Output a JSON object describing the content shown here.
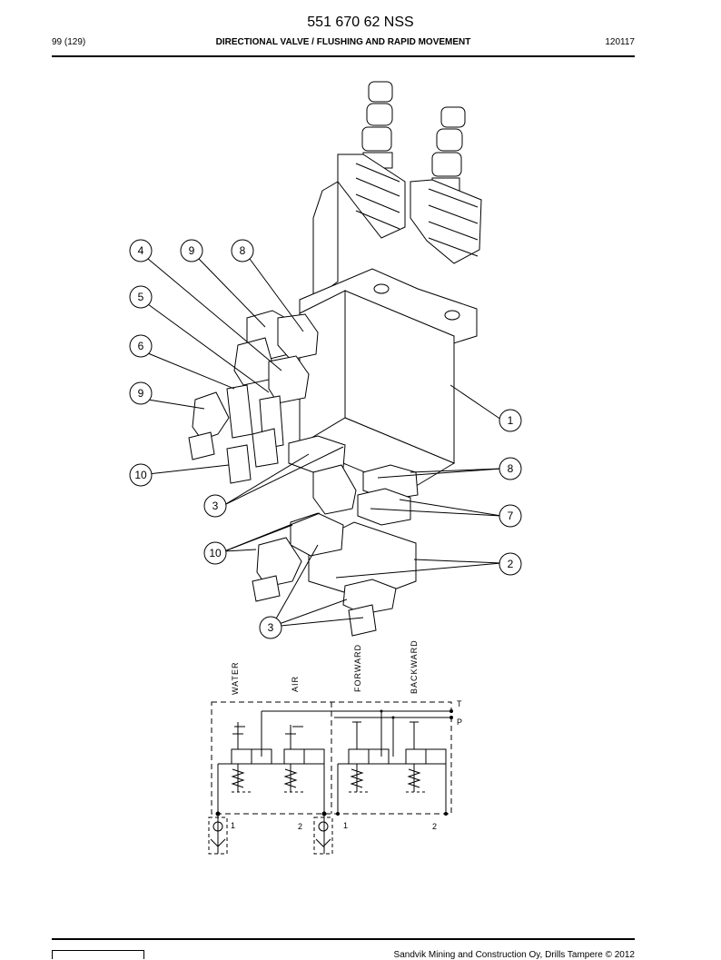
{
  "header": {
    "doc_number": "551 670 62 NSS",
    "page_number": "99 (129)",
    "title": "DIRECTIONAL VALVE / FLUSHING AND RAPID MOVEMENT",
    "date_code": "120117"
  },
  "callouts": [
    "4",
    "9",
    "8",
    "5",
    "6",
    "9",
    "1",
    "8",
    "10",
    "3",
    "7",
    "10",
    "2",
    "3"
  ],
  "schematic": {
    "labels": [
      "WATER",
      "AIR",
      "FORWARD",
      "BACKWARD"
    ],
    "ports": [
      "T",
      "P"
    ],
    "sections": [
      "1",
      "2",
      "1",
      "2"
    ]
  },
  "footer": {
    "copyright": "Sandvik Mining and Construction Oy, Drills Tampere © 2012"
  }
}
